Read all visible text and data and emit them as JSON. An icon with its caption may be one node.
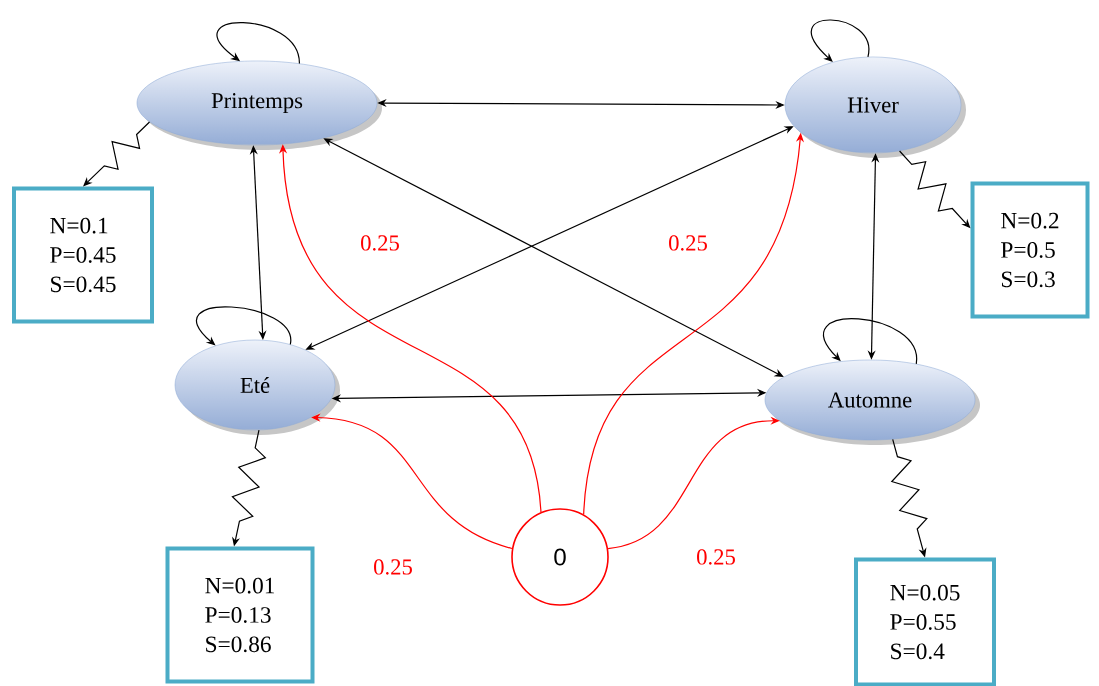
{
  "diagram": {
    "nodes": [
      {
        "text": [
          "Printemps"
        ]
      },
      {
        "text": [
          "Hiver"
        ]
      },
      {
        "text": [
          "Eté"
        ]
      },
      {
        "text": [
          "Automne"
        ]
      },
      {
        "text": [
          "0"
        ]
      },
      {
        "text": [
          "N=0.1",
          "P=0.45",
          "S=0.45"
        ]
      },
      {
        "text": [
          "N=0.2",
          "P=0.5",
          "S=0.3"
        ]
      },
      {
        "text": [
          "N=0.01",
          "P=0.13",
          "S=0.86"
        ]
      },
      {
        "text": [
          "N=0.05",
          "P=0.55",
          "S=0.4"
        ]
      }
    ],
    "edges": [
      {
        "from": 0,
        "to": 0,
        "arrow": "to"
      },
      {
        "from": 1,
        "to": 1,
        "arrow": "to"
      },
      {
        "from": 2,
        "to": 2,
        "arrow": "to"
      },
      {
        "from": 3,
        "to": 3,
        "arrow": "to"
      },
      {
        "from": 0,
        "to": 5,
        "arrow": "to"
      },
      {
        "from": 1,
        "to": 6,
        "arrow": "to"
      },
      {
        "from": 2,
        "to": 7,
        "arrow": "to"
      },
      {
        "from": 3,
        "to": 8,
        "arrow": "to"
      },
      {
        "from": 0,
        "to": 1,
        "arrow": "both"
      },
      {
        "from": 0,
        "to": 2,
        "arrow": "both"
      },
      {
        "from": 0,
        "to": 3,
        "arrow": "both"
      },
      {
        "from": 1,
        "to": 2,
        "arrow": "both"
      },
      {
        "from": 1,
        "to": 3,
        "arrow": "both"
      },
      {
        "from": 2,
        "to": 3,
        "arrow": "both"
      },
      {
        "from": 4,
        "to": 0,
        "arrow": "to",
        "label": "0.25",
        "color": "#ff0000"
      },
      {
        "from": 4,
        "to": 1,
        "arrow": "to",
        "label": "0.25",
        "color": "#ff0000"
      },
      {
        "from": 4,
        "to": 2,
        "arrow": "to",
        "label": "0.25",
        "color": "#ff0000"
      },
      {
        "from": 4,
        "to": 3,
        "arrow": "to",
        "label": "0.25",
        "color": "#ff0000"
      }
    ]
  }
}
